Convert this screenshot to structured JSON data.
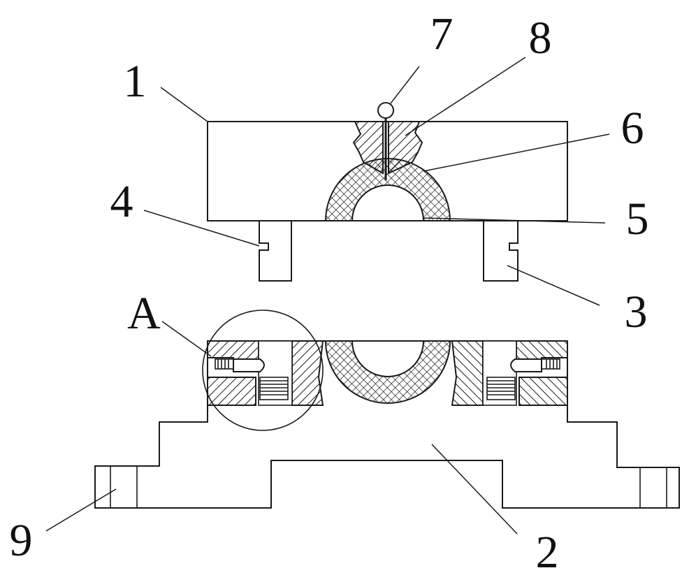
{
  "labels": {
    "l1": "1",
    "l2": "2",
    "l3": "3",
    "l4": "4",
    "l5": "5",
    "l6": "6",
    "l7": "7",
    "l8": "8",
    "l9": "9",
    "lA": "A"
  },
  "colors": {
    "line": "#1a1a1a",
    "background": "#ffffff"
  }
}
